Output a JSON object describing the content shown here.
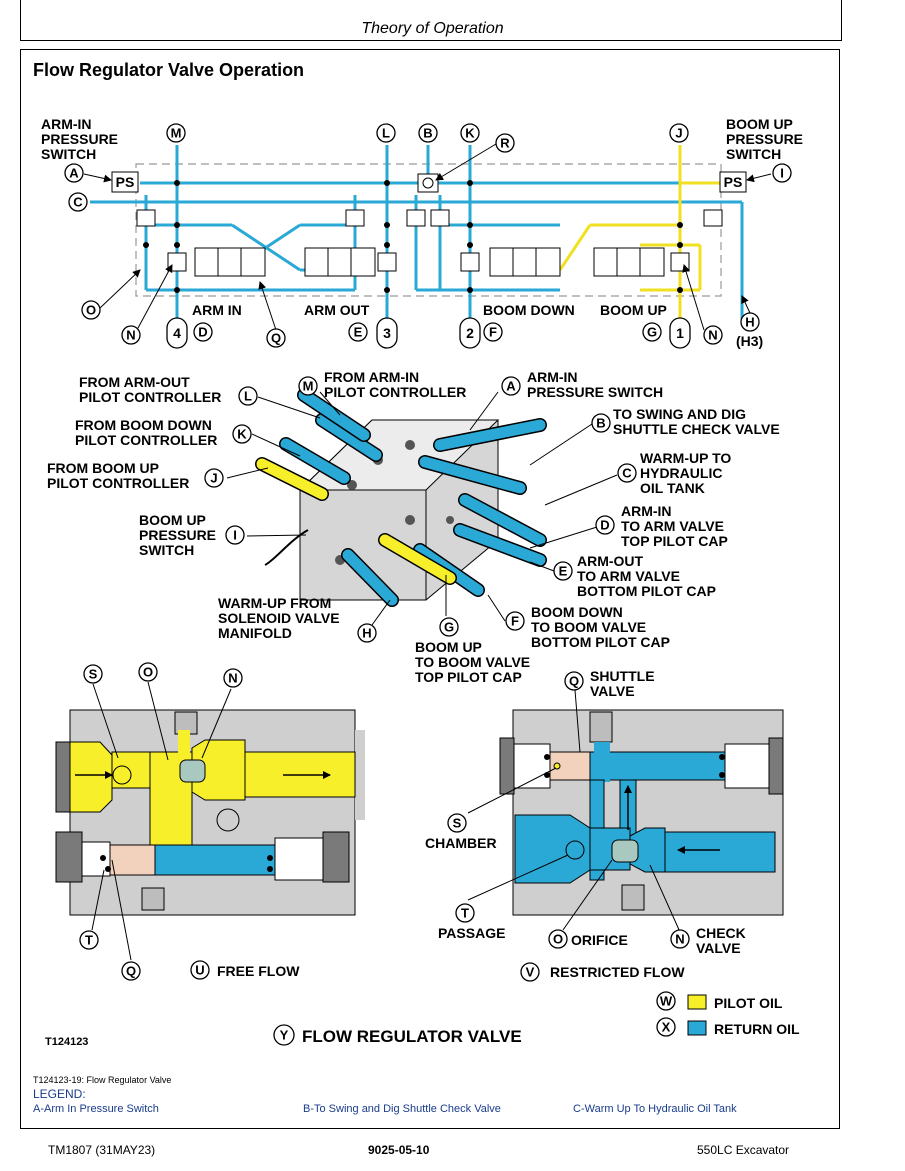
{
  "header": {
    "section": "Theory of Operation"
  },
  "figure": {
    "title": "Flow Regulator Valve Operation",
    "schematic": {
      "arm_in_switch": [
        "ARM-IN",
        "PRESSURE",
        "SWITCH"
      ],
      "boom_up_switch": [
        "BOOM UP",
        "PRESSURE",
        "SWITCH"
      ],
      "ps": "PS",
      "sections": [
        "ARM IN",
        "ARM OUT",
        "BOOM DOWN",
        "BOOM UP"
      ],
      "ports": [
        "4",
        "3",
        "2",
        "1"
      ],
      "h3": "(H3)"
    },
    "callout_letters": {
      "a": "A",
      "b": "B",
      "c": "C",
      "d": "D",
      "e": "E",
      "f": "F",
      "g": "G",
      "h": "H",
      "i": "I",
      "j": "J",
      "k": "K",
      "l": "L",
      "m": "M",
      "n": "N",
      "o": "O",
      "q": "Q",
      "r": "R",
      "s": "S",
      "t": "T",
      "u": "U",
      "v": "V",
      "w": "W",
      "x": "X",
      "y": "Y"
    },
    "manifold_labels": {
      "l": [
        "FROM ARM-OUT",
        "PILOT CONTROLLER"
      ],
      "m": [
        "FROM ARM-IN",
        "PILOT CONTROLLER"
      ],
      "a": [
        "ARM-IN",
        "PRESSURE SWITCH"
      ],
      "k": [
        "FROM BOOM DOWN",
        "PILOT CONTROLLER"
      ],
      "b": [
        "TO SWING AND DIG",
        "SHUTTLE CHECK VALVE"
      ],
      "j": [
        "FROM BOOM UP",
        "PILOT CONTROLLER"
      ],
      "c": [
        "WARM-UP TO",
        "HYDRAULIC",
        "OIL TANK"
      ],
      "d": [
        "ARM-IN",
        "TO ARM VALVE",
        "TOP PILOT CAP"
      ],
      "i": [
        "BOOM UP",
        "PRESSURE",
        "SWITCH"
      ],
      "e": [
        "ARM-OUT",
        "TO ARM VALVE",
        "BOTTOM PILOT CAP"
      ],
      "h": [
        "WARM-UP FROM",
        "SOLENOID VALVE",
        "MANIFOLD"
      ],
      "f": [
        "BOOM DOWN",
        "TO BOOM VALVE",
        "BOTTOM PILOT CAP"
      ],
      "g": [
        "BOOM UP",
        "TO BOOM VALVE",
        "TOP PILOT CAP"
      ]
    },
    "detail_labels": {
      "shuttle": [
        "SHUTTLE",
        "VALVE"
      ],
      "chamber": "CHAMBER",
      "passage": "PASSAGE",
      "orifice": "ORIFICE",
      "check": [
        "CHECK",
        "VALVE"
      ],
      "free_flow": "FREE FLOW",
      "restricted_flow": "RESTRICTED FLOW"
    },
    "key": {
      "pilot": "PILOT OIL",
      "return": "RETURN OIL",
      "pilot_color": "#f7ef2a",
      "return_color": "#2aa8d6"
    },
    "figure_id": "T124123",
    "figure_name": "FLOW REGULATOR VALVE"
  },
  "caption": "T124123-19: Flow Regulator Valve",
  "legend": {
    "heading": "LEGEND:",
    "items": [
      "A-Arm In Pressure Switch",
      "B-To Swing and Dig Shuttle Check Valve",
      "C-Warm Up To Hydraulic Oil Tank"
    ]
  },
  "footer": {
    "left": "TM1807 (31MAY23)",
    "center": "9025-05-10",
    "right": "550LC Excavator"
  }
}
